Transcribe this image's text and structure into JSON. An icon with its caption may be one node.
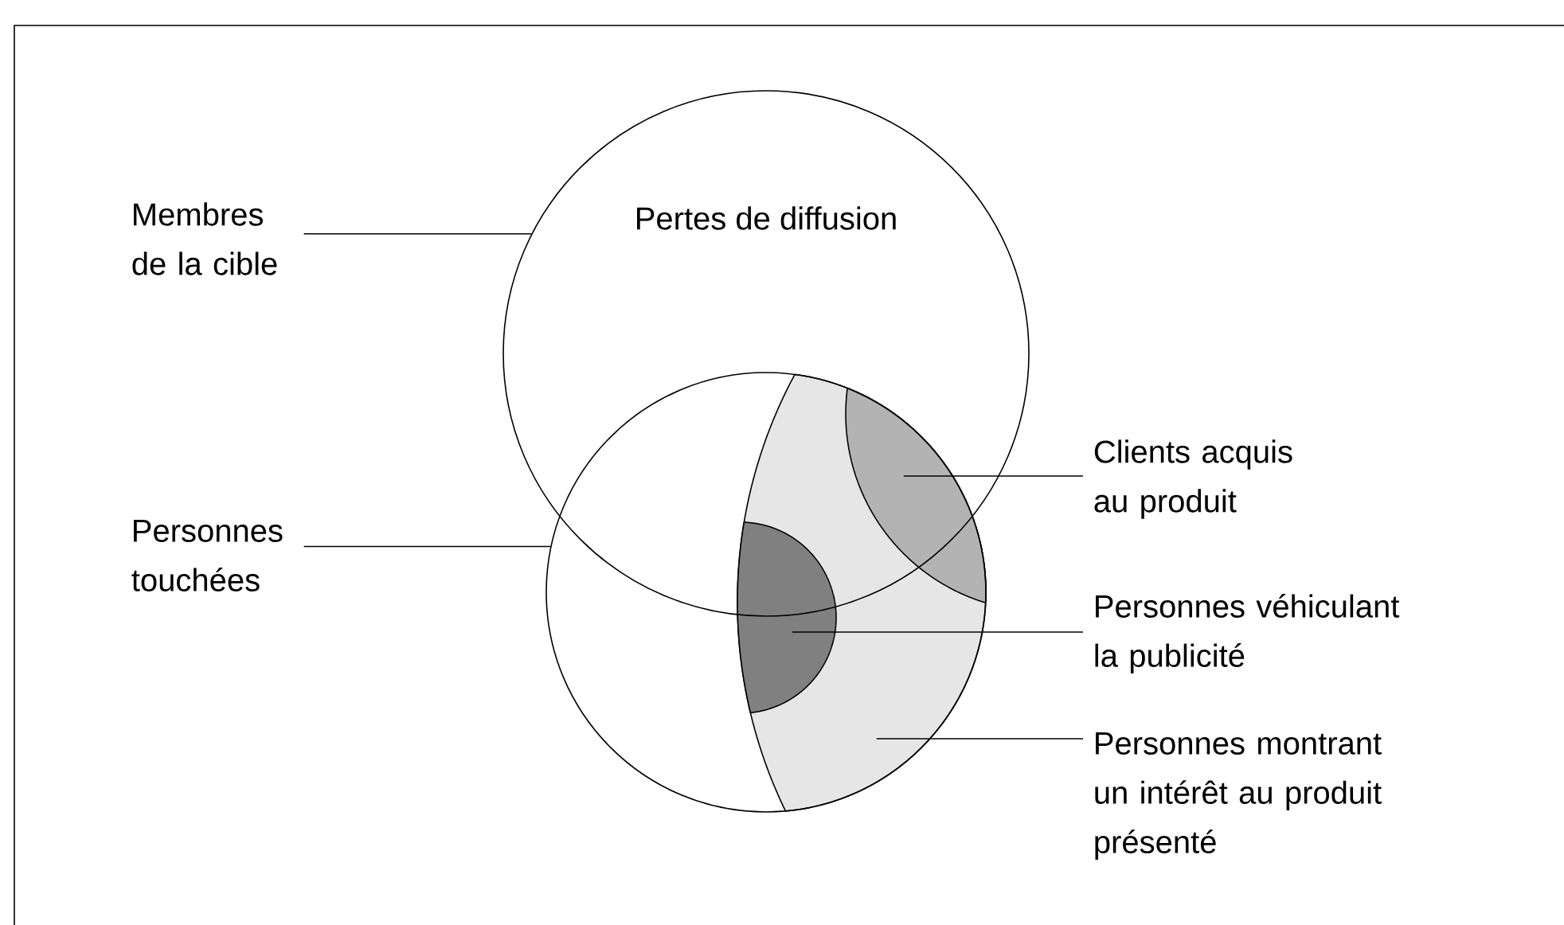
{
  "diagram": {
    "nodes": [
      {
        "text": [
          "Membres de la cible"
        ]
      },
      {
        "text": [
          "Pertes de diffusion"
        ]
      },
      {
        "text": [
          "Personnes touchées"
        ]
      },
      {
        "text": [],
        "shape": "circle"
      },
      {
        "text": [],
        "shape": "region",
        "in": 3
      },
      {
        "text": [],
        "shape": "region"
      },
      {
        "text": [],
        "shape": "region",
        "in": 4
      },
      {
        "text": [
          "Clients acquis au produit"
        ]
      },
      {
        "text": [
          "Personnes véhiculant la publicité"
        ]
      },
      {
        "text": [
          "Personnes montrant un intérêt au produit présenté"
        ]
      }
    ],
    "edges": [
      {
        "from": 0,
        "to": 1,
        "arrow": "none"
      },
      {
        "from": 2,
        "to": 3,
        "arrow": "none"
      },
      {
        "from": 7,
        "to": 5,
        "arrow": "none"
      },
      {
        "from": 8,
        "to": 6,
        "arrow": "none"
      },
      {
        "from": 9,
        "to": 4,
        "arrow": "none"
      }
    ]
  }
}
